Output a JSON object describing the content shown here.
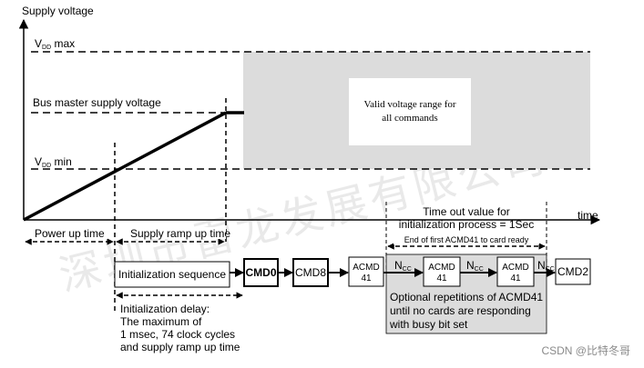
{
  "axes": {
    "y_label": "Supply voltage",
    "x_label": "time"
  },
  "levels": {
    "vdd_max": {
      "main": "V",
      "sub": "DD",
      "suffix": " max"
    },
    "bus_master": "Bus master supply voltage",
    "vdd_min": {
      "main": "V",
      "sub": "DD",
      "suffix": " min"
    }
  },
  "valid_range": {
    "line1": "Valid voltage range for",
    "line2": "all commands"
  },
  "phases": {
    "power_up": "Power up time",
    "supply_ramp": "Supply ramp up time"
  },
  "timeout": {
    "line1": "Time out value for",
    "line2": "initialization process = 1Sec",
    "line3": "End of first ACMD41 to card ready"
  },
  "sequence": {
    "init_seq": "Initialization sequence",
    "cmd0": "CMD0",
    "cmd8": "CMD8",
    "acmd41": {
      "line1": "ACMD",
      "line2": "41"
    },
    "ncc": {
      "main": "N",
      "sub": "CC"
    },
    "cmd2": "CMD2"
  },
  "optional": {
    "line1": "Optional repetitions of ACMD41",
    "line2": "until no cards are responding",
    "line3": "with busy bit set"
  },
  "init_delay": {
    "line1": "Initialization delay:",
    "line2": "The maximum of",
    "line3": "1 msec, 74 clock cycles",
    "line4": "and supply ramp up time"
  },
  "watermark_footer": "CSDN @比特冬哥",
  "watermark_bg": "深圳市雷龙发展有限公司"
}
